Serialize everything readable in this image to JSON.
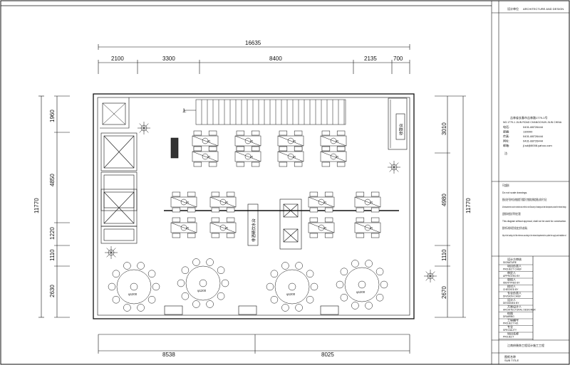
{
  "header": {
    "design_unit": "设计单位",
    "design_unit_en": "ARCHITECTURE AND DESIGN"
  },
  "dimensions": {
    "overall_top": "16635",
    "top_segments": [
      "2100",
      "3300",
      "8400",
      "2135",
      "700"
    ],
    "left_segments": [
      "1960",
      "4850",
      "1220",
      "1110",
      "2630"
    ],
    "left_overall": "11770",
    "right_segments": [
      "3010",
      "4980",
      "1110",
      "2670"
    ],
    "right_overall": "11770",
    "bottom_segments": [
      "8538",
      "8025"
    ]
  },
  "plan_labels": {
    "stair_up": "上",
    "bar_label": "非酒精饮水台",
    "cashier_label": "收银台"
  },
  "company_block": {
    "address": "吉林省长春市吉林路1779-1号",
    "address_en": "NO.1779-1 JILIN ROAD CHANGCHUN JILIN CHINA",
    "rows": [
      {
        "k": "电话:",
        "v": "0431-88726444"
      },
      {
        "k": "邮编:",
        "v": "130000"
      },
      {
        "k": "传真:",
        "v": "0431-88726444"
      },
      {
        "k": "网址:",
        "v": "0431-88726444"
      },
      {
        "k": "邮箱:",
        "v": "jl.sd@8008.yahoo.com"
      }
    ],
    "note": "注:"
  },
  "notes": [
    "不可度量图纸",
    "Do not scale drawings.",
    "图纸必须在平面中的设计数据前提下,需要用尺寸数据和比例确定规格,必须的尺寸标注",
    "All measurements must be checked and verified on site.Discovery of drawings and site discrepancies,contact the relevant design.",
    "此图纸如未经批准,不得作施工用图",
    "This diagram without approval, shall not be used for construction.",
    "图纸中所示的所有项目均须在施工前予以核实确认",
    "Map in the loading of all the reference according to the relevant departments for update the supply and installation of."
  ],
  "title_block": [
    {
      "cn": "设计方审核",
      "en": "SIGNATURE"
    },
    {
      "cn": "项目负责人",
      "en": "PROJECT CHIEF"
    },
    {
      "cn": "审定人",
      "en": "APPROVED BY"
    },
    {
      "cn": "审核人",
      "en": "IDENTIFIED BY"
    },
    {
      "cn": "校对人",
      "en": "CHECKED BY"
    },
    {
      "cn": "专业负责人",
      "en": "DIVISION CHIEF"
    },
    {
      "cn": "设计人",
      "en": "DESIGNED BY"
    },
    {
      "cn": "方案设计人",
      "en": "ARCHITECTURAL DESIGNER"
    },
    {
      "cn": "绘图",
      "en": "DRAWING"
    },
    {
      "cn": "工程编号",
      "en": "PROJECT NO."
    },
    {
      "cn": "专业",
      "en": "SPECIALITY"
    },
    {
      "cn": "项目名称",
      "en": "PROJECT"
    }
  ],
  "project_name": "江南府装饰工程设计施工工程",
  "sub_title": "图纸名称",
  "sub_title_en": "SUB TITLE",
  "table_tags": {
    "round_table": "φ1200",
    "square_table": "R"
  }
}
